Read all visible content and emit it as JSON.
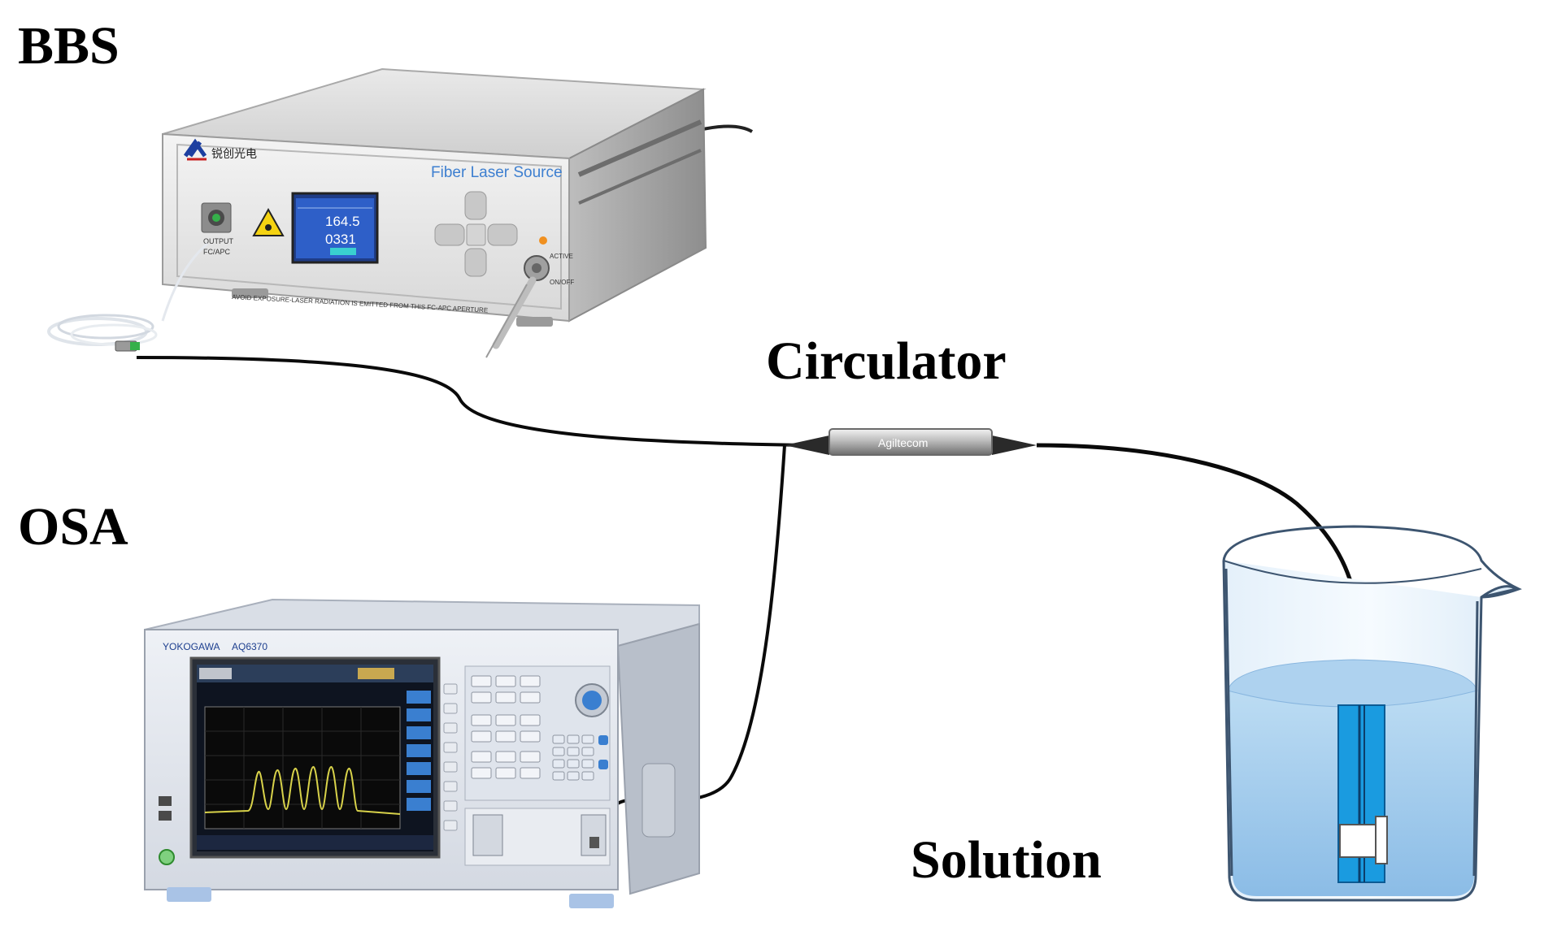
{
  "labels": {
    "bbs": "BBS",
    "osa": "OSA",
    "circulator": "Circulator",
    "solution": "Solution"
  },
  "bbs_device": {
    "panel_title": "Fiber Laser Source",
    "logo_text": "锐创光电",
    "screen_line1": "164.5",
    "screen_line2": "0331",
    "output_label": "OUTPUT",
    "connector_label": "FC/APC",
    "switch_label": "ACTIVE",
    "switch_sub_label": "ON/OFF",
    "warning_text": "AVOID EXPOSURE-LASER RADIATION IS EMITTED FROM THIS FC-APC APERTURE"
  },
  "osa_device": {
    "brand": "YOKOGAWA",
    "model": "AQ6370"
  },
  "circulator_device": {
    "brand": "Agiltecom"
  },
  "colors": {
    "fiber": "#0a0a0a",
    "liquid": "#9ec8ec",
    "sensor": "#1a9be0",
    "osa_trace": "#d8d24a",
    "bbs_screen": "#2e5fc8"
  }
}
